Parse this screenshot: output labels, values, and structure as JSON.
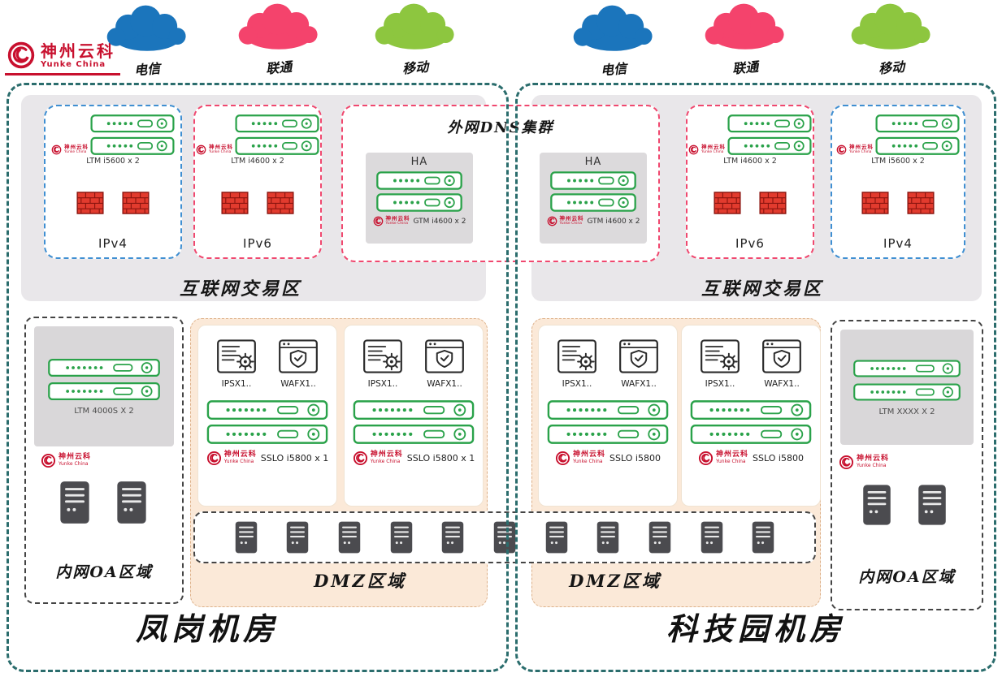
{
  "logo": {
    "brand": "神州云科",
    "subbrand": "Yunke China"
  },
  "isp_clouds": {
    "left": [
      {
        "label": "电信",
        "color": "#1b75bc"
      },
      {
        "label": "联通",
        "color": "#f4436c"
      },
      {
        "label": "移动",
        "color": "#8dc63f"
      }
    ],
    "right": [
      {
        "label": "电信",
        "color": "#1b75bc"
      },
      {
        "label": "联通",
        "color": "#f4436c"
      },
      {
        "label": "移动",
        "color": "#8dc63f"
      }
    ]
  },
  "dns_cluster": {
    "title": "外网DNS集群",
    "ha_label": "HA",
    "gtm_label": "GTM i4600 x 2"
  },
  "datacenters": {
    "left": {
      "name": "凤岗机房",
      "internet_zone_label": "互联网交易区",
      "ipv4": {
        "device": "LTM i5600 x 2",
        "label": "IPv4"
      },
      "ipv6": {
        "device": "LTM i4600 x 2",
        "label": "IPv6"
      },
      "oa_zone": {
        "device": "LTM 4000S X 2",
        "label": "内网OA区域"
      },
      "dmz": {
        "label": "DMZ区域",
        "panels": [
          {
            "ips": "IPSX1..",
            "waf": "WAFX1..",
            "sslo": "SSLO i5800 x 1"
          },
          {
            "ips": "IPSX1..",
            "waf": "WAFX1..",
            "sslo": "SSLO i5800 x 1"
          }
        ]
      }
    },
    "right": {
      "name": "科技园机房",
      "internet_zone_label": "互联网交易区",
      "ipv6": {
        "device": "LTM i4600 x 2",
        "label": "IPv6"
      },
      "ipv4": {
        "device": "LTM i5600 x 2",
        "label": "IPv4"
      },
      "oa_zone": {
        "device": "LTM XXXX X 2",
        "label": "内网OA区域"
      },
      "dmz": {
        "label": "DMZ区域",
        "panels": [
          {
            "ips": "IPSX1..",
            "waf": "WAFX1..",
            "sslo": "SSLO i5800"
          },
          {
            "ips": "IPSX1..",
            "waf": "WAFX1..",
            "sslo": "SSLO i5800"
          }
        ]
      }
    }
  },
  "dmz_servers_count": 11,
  "colors": {
    "container_teal": "#2b6d6d",
    "ipv4_blue": "#3f8fd2",
    "ipv6_pink": "#f0486f",
    "device_green": "#2aa24a",
    "firewall_red": "#e23b2e",
    "logo_red": "#c8102e",
    "dmz_bg": "#fbe9d8",
    "zone_gray": "#e9e7ea",
    "cloud_blue": "#1b75bc",
    "cloud_pink": "#f4436c",
    "cloud_green": "#8dc63f"
  }
}
